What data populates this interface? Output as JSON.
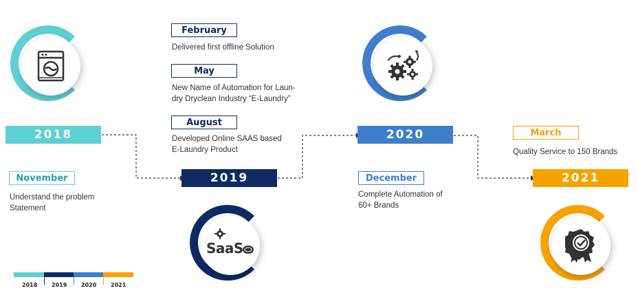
{
  "colors": {
    "y2018": "#5ecfd3",
    "y2019": "#0e2a62",
    "y2020": "#3e7fcc",
    "y2021": "#f4a300",
    "dash": "#333333"
  },
  "years": {
    "y2018": "2018",
    "y2019": "2019",
    "y2020": "2020",
    "y2021": "2021"
  },
  "milestones": {
    "february": {
      "month": "February",
      "text": "Delivered first offline Solution"
    },
    "may": {
      "month": "May",
      "text": "New Name of Automation for Laun-\ndry Dryclean Industry “E-Laundry”"
    },
    "august": {
      "month": "August",
      "text": "Developed Online SAAS based\nE-Laundry Product"
    },
    "november": {
      "month": "November",
      "text": "Understand the problem\nStatement"
    },
    "december": {
      "month": "December",
      "text": "Complete Automation of\n60+ Brands"
    },
    "march": {
      "month": "March",
      "text": "Quality Service to 150 Brands"
    }
  },
  "icons": {
    "i2018": "washing-machine-icon",
    "i2019": "saas-icon",
    "i2020": "gears-icon",
    "i2021": "badge-check-icon",
    "saas_text": "SaaS"
  },
  "legend": [
    "2018",
    "2019",
    "2020",
    "2021"
  ]
}
